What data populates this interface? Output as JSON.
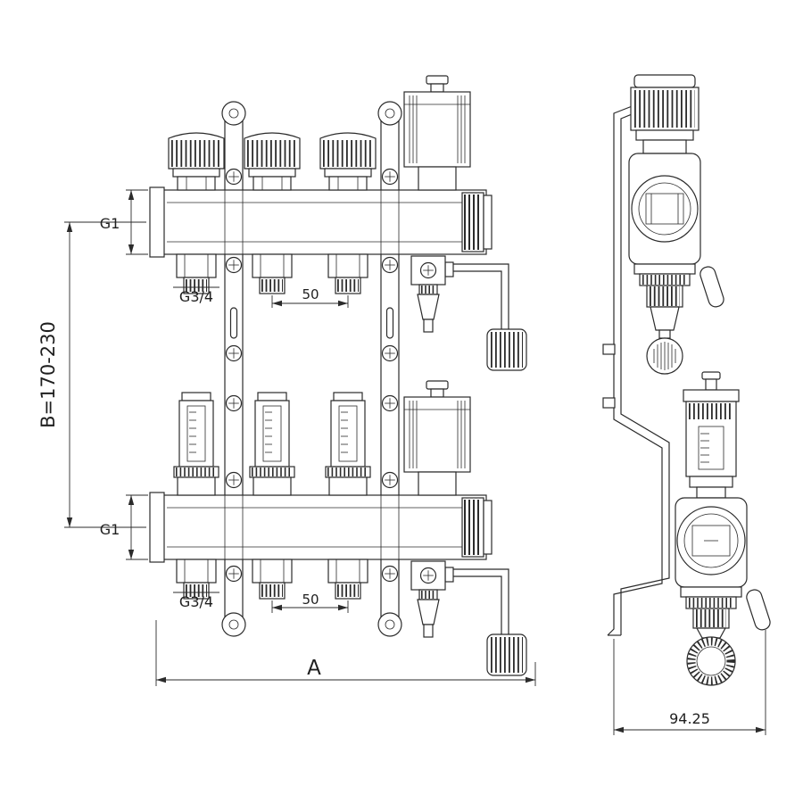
{
  "drawing": {
    "background": "#ffffff",
    "line_color": "#2b2b2b",
    "labels": {
      "b_range": "B=170-230",
      "g1_top": "G1",
      "g1_bottom": "G1",
      "g34_top": "G3/4",
      "g34_bottom": "G3/4",
      "spacing_top": "50",
      "spacing_bottom": "50",
      "width": "A",
      "depth": "94.25"
    }
  }
}
